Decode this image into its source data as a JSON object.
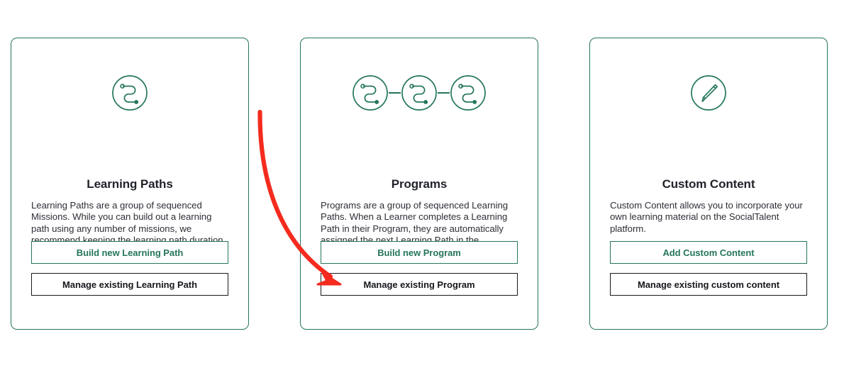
{
  "page": {
    "background_color": "#ffffff",
    "accent_green": "#24765A",
    "text_dark": "#20232A",
    "annotation_color": "#F42B1E"
  },
  "cards": [
    {
      "id": "learning-paths",
      "icon": "learning-path-node-icon",
      "icon_count": 1,
      "title": "Learning Paths",
      "description": "Learning Paths are a group of sequenced Missions. While you can build out a learning path using any number of missions, we recommend keeping the learning path duration to a maximum of eight hours.",
      "primary_button": "Build new Learning Path",
      "secondary_button": "Manage existing Learning Path"
    },
    {
      "id": "programs",
      "icon": "linked-learning-paths-icon",
      "icon_count": 3,
      "title": "Programs",
      "description": "Programs are a group of sequenced Learning Paths. When a Learner completes a Learning Path in their Program, they are automatically assigned the next Learning Path in the Program.",
      "primary_button": "Build new Program",
      "secondary_button": "Manage existing Program"
    },
    {
      "id": "custom-content",
      "icon": "pencil-icon",
      "icon_count": 1,
      "title": "Custom Content",
      "description": "Custom Content allows you to incorporate your own learning material on the SocialTalent platform.",
      "primary_button": "Add Custom Content",
      "secondary_button": "Manage existing custom content"
    }
  ],
  "annotation": {
    "type": "curved-arrow",
    "color": "#F42B1E",
    "points_to": "Manage existing Program"
  }
}
